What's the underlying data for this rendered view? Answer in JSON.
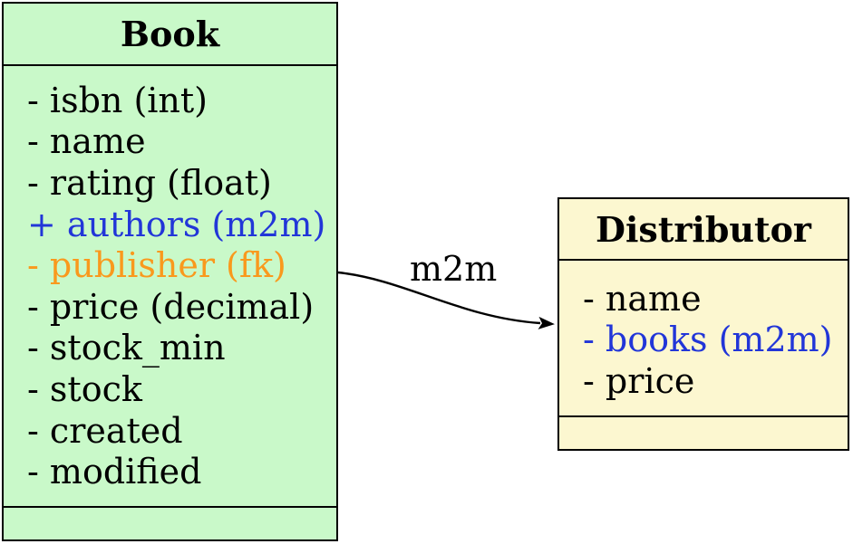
{
  "colors": {
    "book_fill": "#c9f9c9",
    "distributor_fill": "#fcf7d0",
    "border": "#000000",
    "text_default": "#000000",
    "relation_blue": "#2236d8",
    "fk_orange": "#f9991d"
  },
  "entities": {
    "book": {
      "title": "Book",
      "fields": [
        {
          "text": "- isbn (int)",
          "color": "#000000"
        },
        {
          "text": "- name",
          "color": "#000000"
        },
        {
          "text": "- rating (float)",
          "color": "#000000"
        },
        {
          "text": "+ authors (m2m)",
          "color": "#2236d8"
        },
        {
          "text": "- publisher (fk)",
          "color": "#f9991d"
        },
        {
          "text": "- price (decimal)",
          "color": "#000000"
        },
        {
          "text": "- stock_min",
          "color": "#000000"
        },
        {
          "text": "- stock",
          "color": "#000000"
        },
        {
          "text": "- created",
          "color": "#000000"
        },
        {
          "text": "- modified",
          "color": "#000000"
        }
      ]
    },
    "distributor": {
      "title": "Distributor",
      "fields": [
        {
          "text": "- name",
          "color": "#000000"
        },
        {
          "text": "- books (m2m)",
          "color": "#2236d8"
        },
        {
          "text": "- price",
          "color": "#000000"
        }
      ]
    }
  },
  "relation": {
    "label": "m2m"
  }
}
